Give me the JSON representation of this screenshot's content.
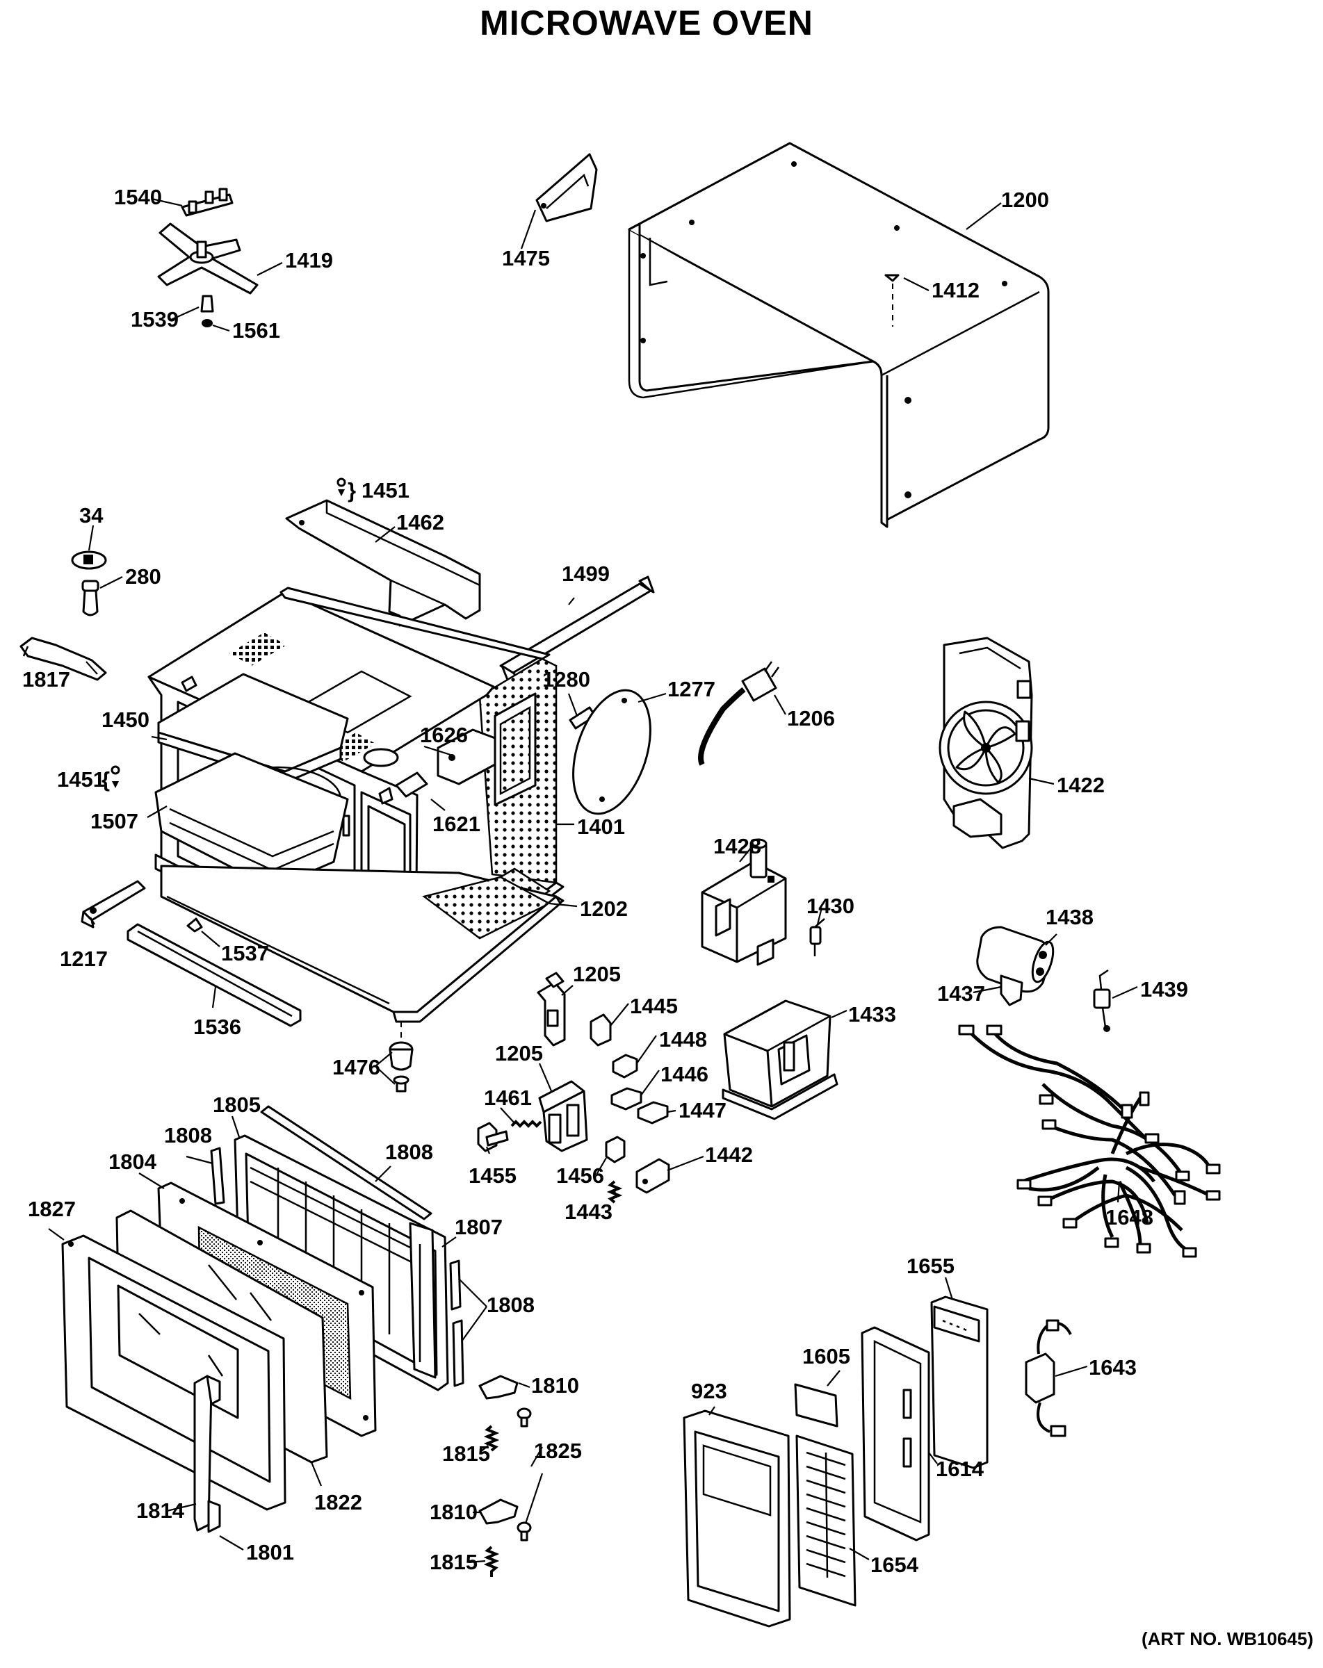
{
  "title": "MICROWAVE OVEN",
  "art_number": "(ART NO. WB10645)",
  "callouts": {
    "c1540": "1540",
    "c1419": "1419",
    "c1539": "1539",
    "c1561": "1561",
    "c1475": "1475",
    "c1200": "1200",
    "c1412": "1412",
    "c1451a": "1451",
    "c1462": "1462",
    "c34": "34",
    "c280": "280",
    "c1817": "1817",
    "c1499": "1499",
    "c1280": "1280",
    "c1277": "1277",
    "c1206": "1206",
    "c1422": "1422",
    "c1450": "1450",
    "c1626": "1626",
    "c1451b": "1451",
    "c1507": "1507",
    "c1621": "1621",
    "c1401": "1401",
    "c1428": "1428",
    "c1430": "1430",
    "c1202": "1202",
    "c1217": "1217",
    "c1537": "1537",
    "c1536": "1536",
    "c1205a": "1205",
    "c1445": "1445",
    "c1438": "1438",
    "c1437": "1437",
    "c1439": "1439",
    "c1433": "1433",
    "c1448": "1448",
    "c1205b": "1205",
    "c1446": "1446",
    "c1461": "1461",
    "c1447": "1447",
    "c1476": "1476",
    "c1455": "1455",
    "c1456": "1456",
    "c1442": "1442",
    "c1443": "1443",
    "c1805": "1805",
    "c1808a": "1808",
    "c1808b": "1808",
    "c1804": "1804",
    "c1827": "1827",
    "c1807": "1807",
    "c1808c": "1808",
    "c1648": "1648",
    "c1655": "1655",
    "c1605": "1605",
    "c1643": "1643",
    "c923": "923",
    "c1810a": "1810",
    "c1815a": "1815",
    "c1825": "1825",
    "c1614": "1614",
    "c1814": "1814",
    "c1822": "1822",
    "c1810b": "1810",
    "c1801": "1801",
    "c1815b": "1815",
    "c1654": "1654"
  }
}
